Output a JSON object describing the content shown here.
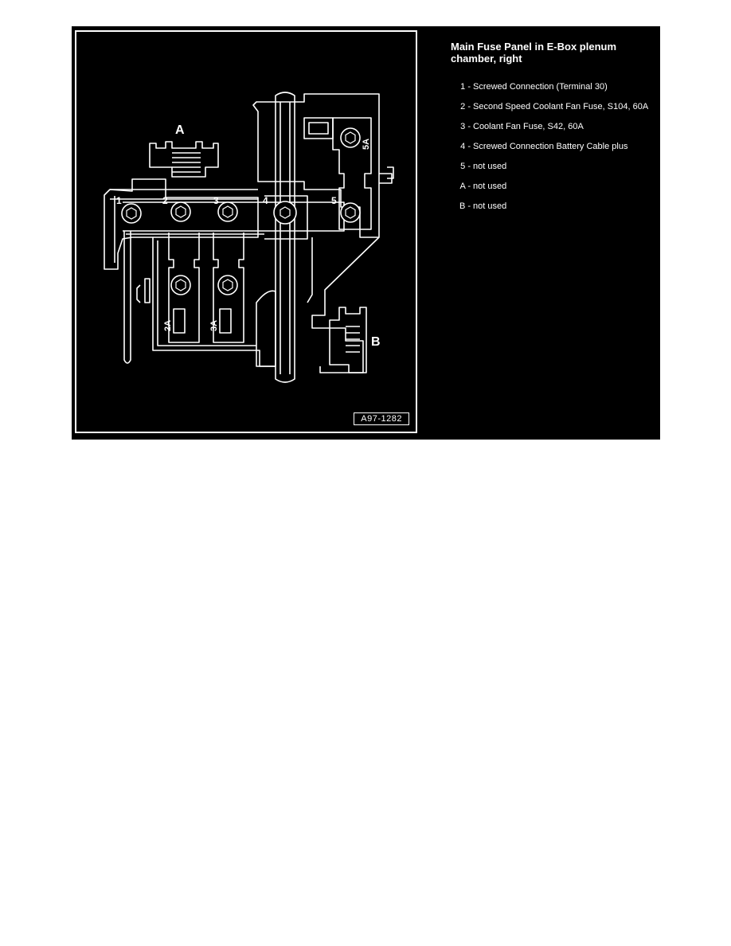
{
  "figure": {
    "id_label": "A97-1282",
    "labels": {
      "l1": "1",
      "l2": "2",
      "l3": "3",
      "l4": "4",
      "l5": "5",
      "lA": "A",
      "lB": "B",
      "l2A": "2A",
      "l3A": "3A",
      "l5A": "5A"
    }
  },
  "legend": {
    "title": "Main Fuse Panel in E-Box plenum chamber, right",
    "items": [
      {
        "key": "1 -",
        "text": "Screwed Connection (Terminal 30)"
      },
      {
        "key": "2 -",
        "text": "Second Speed Coolant Fan Fuse, S104, 60A"
      },
      {
        "key": "3 -",
        "text": "Coolant Fan Fuse, S42, 60A"
      },
      {
        "key": "4 -",
        "text": "Screwed Connection Battery Cable plus"
      },
      {
        "key": "5 -",
        "text": "not used"
      },
      {
        "key": "A -",
        "text": "not used"
      },
      {
        "key": "B -",
        "text": "not used"
      }
    ]
  }
}
